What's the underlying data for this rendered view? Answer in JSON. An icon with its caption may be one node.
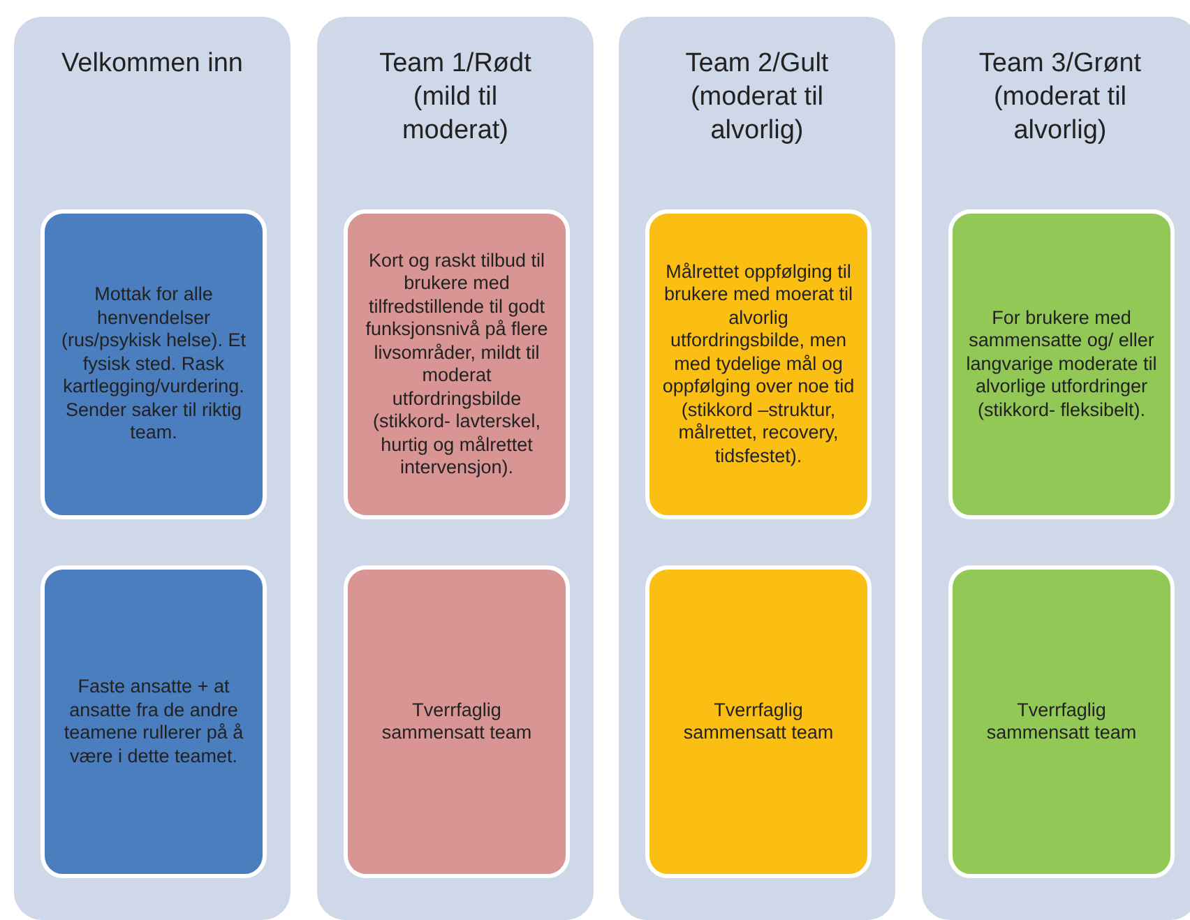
{
  "diagram": {
    "nodes": [
      {
        "text": [
          "Velkommen inn"
        ]
      },
      {
        "text": [
          "Mottak for alle henvendelser (rus/psykisk helse). Et fysisk sted. Rask kartlegging/vurdering. Sender saker til riktig team."
        ],
        "in": 0
      },
      {
        "text": [
          "Faste ansatte + at ansatte fra de andre teamene rullerer på å være i dette teamet."
        ],
        "in": 0
      },
      {
        "text": [
          "Team 1/Rødt (mild til moderat)"
        ]
      },
      {
        "text": [
          "Kort og raskt tilbud til brukere med tilfredstillende til godt funksjonsnivå på flere livsområder, mildt til moderat utfordringsbilde (stikkord- lavterskel, hurtig og målrettet intervensjon)."
        ],
        "in": 3
      },
      {
        "text": [
          "Tverrfaglig sammensatt team"
        ],
        "in": 3
      },
      {
        "text": [
          "Team 2/Gult (moderat til alvorlig)"
        ]
      },
      {
        "text": [
          "Målrettet oppfølging til brukere med moerat til alvorlig utfordringsbilde, men med tydelige mål og oppfølging over noe tid (stikkord –struktur, målrettet, recovery, tidsfestet)."
        ],
        "in": 6
      },
      {
        "text": [
          "Tverrfaglig sammensatt team"
        ],
        "in": 6
      },
      {
        "text": [
          "Team 3/Grønt (moderat til alvorlig)"
        ]
      },
      {
        "text": [
          "For brukere med sammensatte og/ eller langvarige moderate til alvorlige utfordringer (stikkord- fleksibelt)."
        ],
        "in": 9
      },
      {
        "text": [
          "Tverrfaglig sammensatt team"
        ],
        "in": 9
      }
    ],
    "edges": []
  }
}
